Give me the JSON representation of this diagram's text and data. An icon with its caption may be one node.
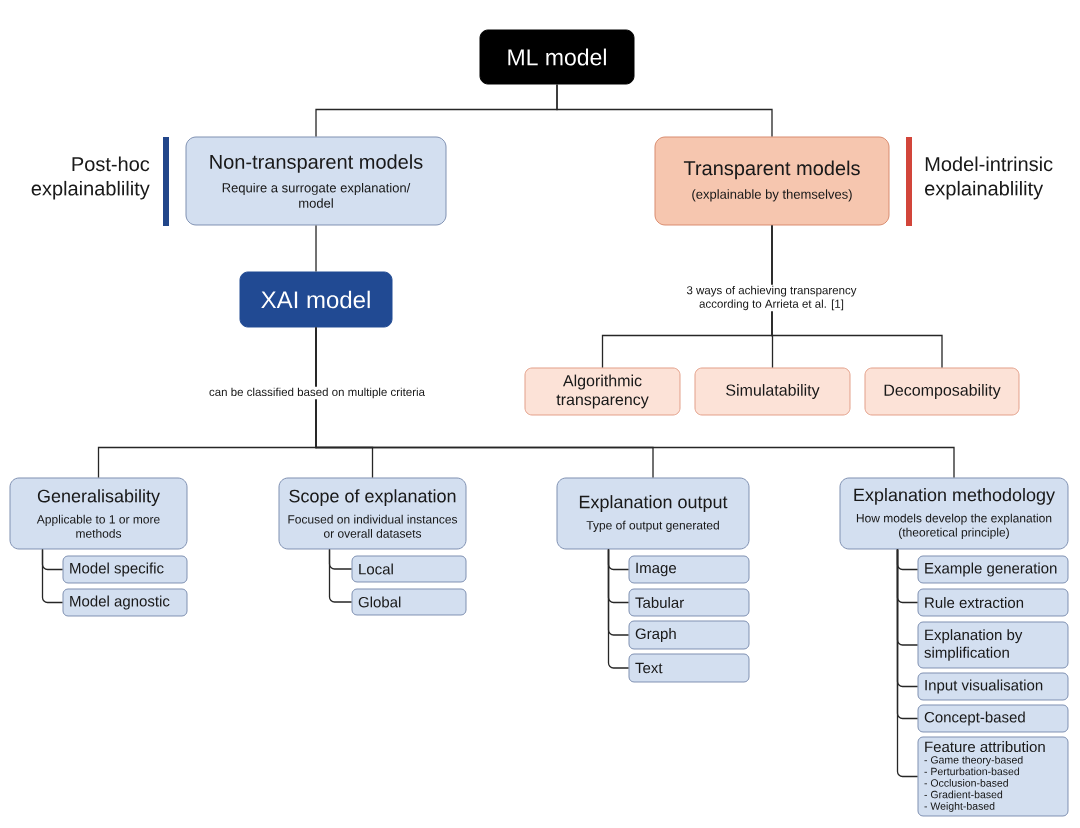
{
  "diagram": {
    "nodes": [
      {
        "text": [
          "ML model"
        ]
      },
      {
        "text": [
          "Non-transparent models",
          "Require a surrogate explanation/ model"
        ],
        "beside": [
          "Post-hoc explainablility"
        ]
      },
      {
        "text": [
          "Transparent models",
          "(explainable by themselves)"
        ],
        "beside": [
          "Model-intrinsic explainablility"
        ]
      },
      {
        "text": [
          "XAI model"
        ]
      },
      {
        "text": [
          "Algorithmic transparency"
        ]
      },
      {
        "text": [
          "Simulatability"
        ]
      },
      {
        "text": [
          "Decomposability"
        ]
      },
      {
        "text": [
          "Generalisability",
          "Applicable to 1 or more methods"
        ]
      },
      {
        "text": [
          "Model specific"
        ]
      },
      {
        "text": [
          "Model agnostic"
        ]
      },
      {
        "text": [
          "Scope of explanation",
          "Focused on individual instances or overall datasets"
        ]
      },
      {
        "text": [
          "Local"
        ]
      },
      {
        "text": [
          "Global"
        ]
      },
      {
        "text": [
          "Explanation output",
          "Type of output generated"
        ]
      },
      {
        "text": [
          "Image"
        ]
      },
      {
        "text": [
          "Tabular"
        ]
      },
      {
        "text": [
          "Graph"
        ]
      },
      {
        "text": [
          "Text"
        ]
      },
      {
        "text": [
          "Explanation methodology",
          "How models develop the explanation (theoretical principle)"
        ]
      },
      {
        "text": [
          "Example generation"
        ]
      },
      {
        "text": [
          "Rule extraction"
        ]
      },
      {
        "text": [
          "Explanation by simplification"
        ]
      },
      {
        "text": [
          "Input visualisation"
        ]
      },
      {
        "text": [
          "Concept-based"
        ]
      },
      {
        "text": [
          "Feature attribution",
          "- Game theory-based",
          "- Perturbation-based",
          "- Occlusion-based",
          "- Gradient-based",
          "- Weight-based"
        ]
      }
    ],
    "edges": [
      {
        "from": 0,
        "to": 1,
        "arrow": "none"
      },
      {
        "from": 0,
        "to": 2,
        "arrow": "none"
      },
      {
        "from": 1,
        "to": 3,
        "arrow": "none"
      },
      {
        "from": 2,
        "to": 4,
        "arrow": "none",
        "label": "3 ways of achieving transparency according to Arrieta et al. [1]"
      },
      {
        "from": 2,
        "to": 5,
        "arrow": "none"
      },
      {
        "from": 2,
        "to": 6,
        "arrow": "none"
      },
      {
        "from": 3,
        "to": 7,
        "arrow": "none",
        "label": "can be classified based on multiple criteria"
      },
      {
        "from": 3,
        "to": 10,
        "arrow": "none"
      },
      {
        "from": 3,
        "to": 13,
        "arrow": "none"
      },
      {
        "from": 3,
        "to": 18,
        "arrow": "none"
      },
      {
        "from": 7,
        "to": 8,
        "arrow": "none"
      },
      {
        "from": 7,
        "to": 9,
        "arrow": "none"
      },
      {
        "from": 10,
        "to": 11,
        "arrow": "none"
      },
      {
        "from": 10,
        "to": 12,
        "arrow": "none"
      },
      {
        "from": 13,
        "to": 14,
        "arrow": "none"
      },
      {
        "from": 13,
        "to": 15,
        "arrow": "none"
      },
      {
        "from": 13,
        "to": 16,
        "arrow": "none"
      },
      {
        "from": 13,
        "to": 17,
        "arrow": "none"
      },
      {
        "from": 18,
        "to": 19,
        "arrow": "none"
      },
      {
        "from": 18,
        "to": 20,
        "arrow": "none"
      },
      {
        "from": 18,
        "to": 21,
        "arrow": "none"
      },
      {
        "from": 18,
        "to": 22,
        "arrow": "none"
      },
      {
        "from": 18,
        "to": 23,
        "arrow": "none"
      },
      {
        "from": 18,
        "to": 24,
        "arrow": "none"
      }
    ]
  }
}
